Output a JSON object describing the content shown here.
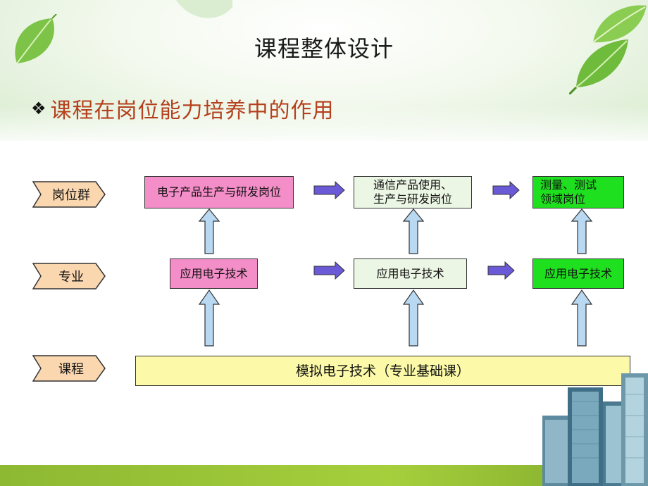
{
  "slide": {
    "title": "课程整体设计",
    "subtitle_bullet": "❖",
    "subtitle": "课程在岗位能力培养中的作用"
  },
  "rows": {
    "jobs_label": "岗位群",
    "major_label": "专业",
    "course_label": "课程"
  },
  "boxes": {
    "job1": "电子产品生产与研发岗位",
    "job2": "通信产品使用、生产与研发岗位",
    "job3": "测量、测试领域岗位",
    "major1": "应用电子技术",
    "major2": "应用电子技术",
    "major3": "应用电子技术",
    "course": "模拟电子技术（专业基础课）"
  },
  "colors": {
    "pink": "#f48ec8",
    "pale_green": "#ecf6e4",
    "bright_green": "#1ee01e",
    "yellow": "#fcfaa8",
    "chevron_fill": "#fbd7b0",
    "right_arrow": "#6a5ad8",
    "up_arrow": "#b9d9f2",
    "subtitle_color": "#b5401d"
  }
}
